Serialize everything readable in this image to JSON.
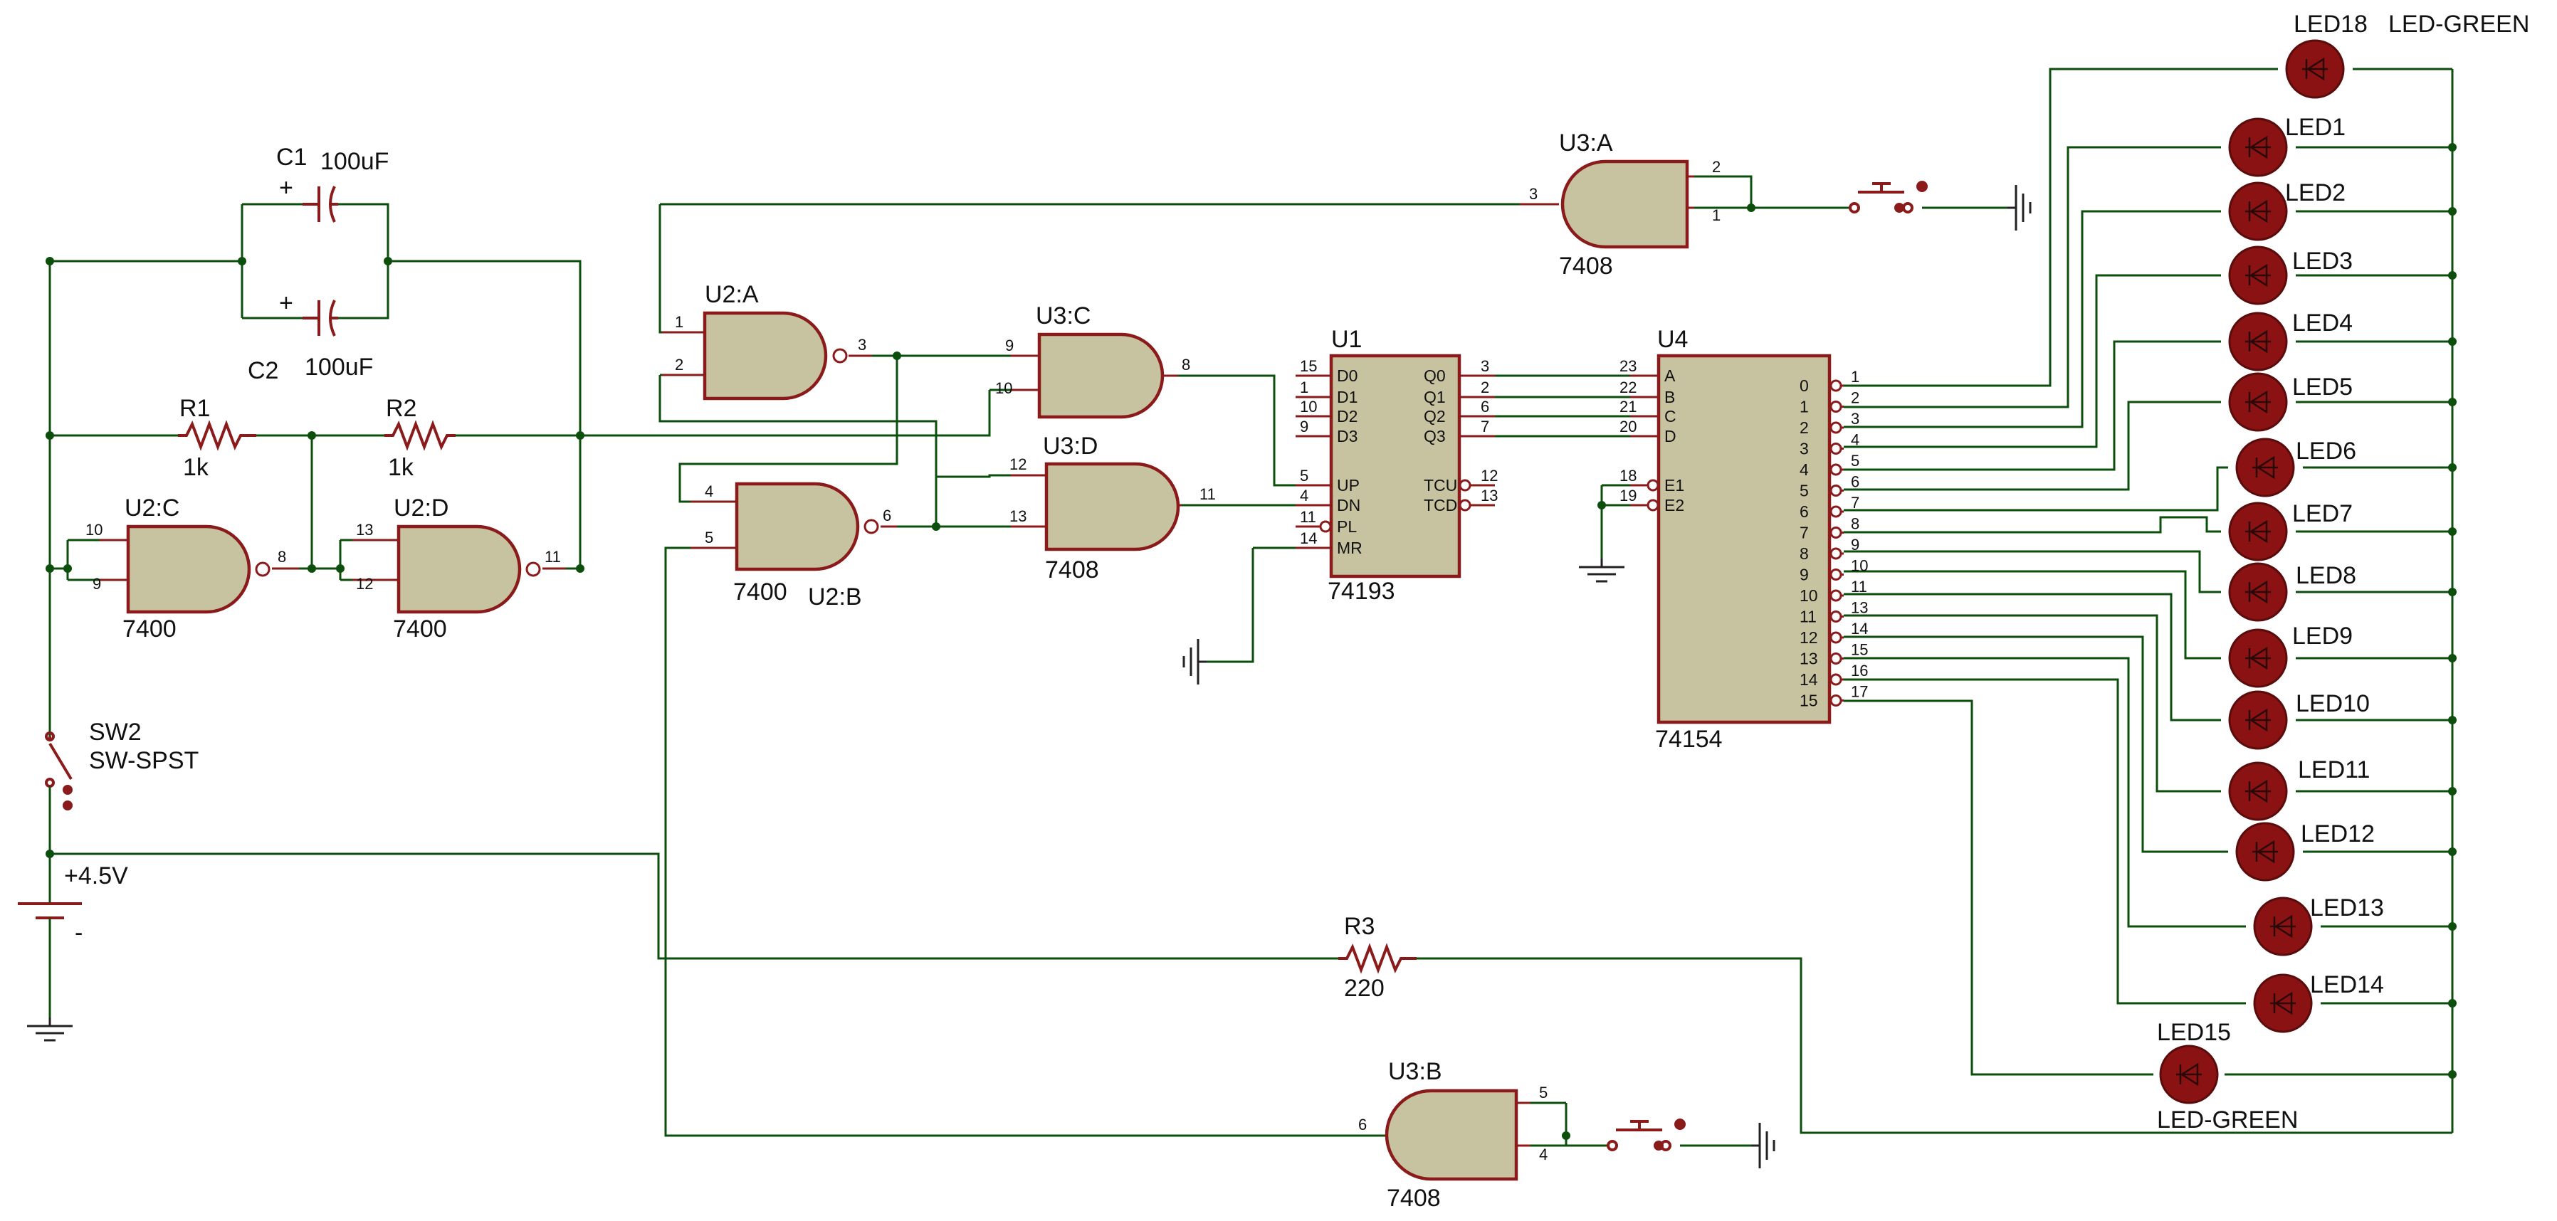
{
  "capacitors": [
    {
      "ref": "C1",
      "value": "100uF"
    },
    {
      "ref": "C2",
      "value": "100uF"
    }
  ],
  "resistors": [
    {
      "ref": "R1",
      "value": "1k"
    },
    {
      "ref": "R2",
      "value": "1k"
    },
    {
      "ref": "R3",
      "value": "220"
    }
  ],
  "gates": {
    "u2a": {
      "ref": "U2:A",
      "pins": [
        "1",
        "2",
        "3"
      ]
    },
    "u2b": {
      "ref": "U2:B",
      "part": "7400",
      "pins": [
        "4",
        "5",
        "6"
      ]
    },
    "u2c": {
      "ref": "U2:C",
      "part": "7400",
      "pins": [
        "10",
        "9",
        "8"
      ]
    },
    "u2d": {
      "ref": "U2:D",
      "part": "7400",
      "pins": [
        "13",
        "12",
        "11"
      ]
    },
    "u3a": {
      "ref": "U3:A",
      "part": "7408",
      "pins": [
        "2",
        "1",
        "3"
      ]
    },
    "u3b": {
      "ref": "U3:B",
      "part": "7408",
      "pins": [
        "5",
        "4",
        "6"
      ]
    },
    "u3c": {
      "ref": "U3:C",
      "pins": [
        "9",
        "10",
        "8"
      ]
    },
    "u3d": {
      "ref": "U3:D",
      "part": "7408",
      "pins": [
        "12",
        "13",
        "11"
      ]
    }
  },
  "u1": {
    "ref": "U1",
    "part": "74193",
    "left_pins": [
      {
        "num": "15",
        "name": "D0"
      },
      {
        "num": "1",
        "name": "D1"
      },
      {
        "num": "10",
        "name": "D2"
      },
      {
        "num": "9",
        "name": "D3"
      },
      {
        "num": "5",
        "name": "UP"
      },
      {
        "num": "4",
        "name": "DN"
      },
      {
        "num": "11",
        "name": "PL"
      },
      {
        "num": "14",
        "name": "MR"
      }
    ],
    "right_pins": [
      {
        "num": "3",
        "name": "Q0"
      },
      {
        "num": "2",
        "name": "Q1"
      },
      {
        "num": "6",
        "name": "Q2"
      },
      {
        "num": "7",
        "name": "Q3"
      },
      {
        "num": "12",
        "name": "TCU"
      },
      {
        "num": "13",
        "name": "TCD"
      }
    ]
  },
  "u4": {
    "ref": "U4",
    "part": "74154",
    "left_pins": [
      {
        "num": "23",
        "name": "A"
      },
      {
        "num": "22",
        "name": "B"
      },
      {
        "num": "21",
        "name": "C"
      },
      {
        "num": "20",
        "name": "D"
      },
      {
        "num": "18",
        "name": "E1"
      },
      {
        "num": "19",
        "name": "E2"
      }
    ],
    "right_pins": [
      {
        "num": "1",
        "name": "0"
      },
      {
        "num": "2",
        "name": "1"
      },
      {
        "num": "3",
        "name": "2"
      },
      {
        "num": "4",
        "name": "3"
      },
      {
        "num": "5",
        "name": "4"
      },
      {
        "num": "6",
        "name": "5"
      },
      {
        "num": "7",
        "name": "6"
      },
      {
        "num": "8",
        "name": "7"
      },
      {
        "num": "9",
        "name": "8"
      },
      {
        "num": "10",
        "name": "9"
      },
      {
        "num": "11",
        "name": "10"
      },
      {
        "num": "13",
        "name": "11"
      },
      {
        "num": "14",
        "name": "12"
      },
      {
        "num": "15",
        "name": "13"
      },
      {
        "num": "16",
        "name": "14"
      },
      {
        "num": "17",
        "name": "15"
      }
    ]
  },
  "switch": {
    "ref": "SW2",
    "type": "SW-SPST"
  },
  "battery": {
    "value": "+4.5V",
    "minus": "-"
  },
  "leds": [
    {
      "ref": "LED18",
      "type": "LED-GREEN"
    },
    {
      "ref": "LED1"
    },
    {
      "ref": "LED2"
    },
    {
      "ref": "LED3"
    },
    {
      "ref": "LED4"
    },
    {
      "ref": "LED5"
    },
    {
      "ref": "LED6"
    },
    {
      "ref": "LED7"
    },
    {
      "ref": "LED8"
    },
    {
      "ref": "LED9"
    },
    {
      "ref": "LED10"
    },
    {
      "ref": "LED11"
    },
    {
      "ref": "LED12"
    },
    {
      "ref": "LED13"
    },
    {
      "ref": "LED14"
    },
    {
      "ref": "LED15",
      "type": "LED-GREEN"
    }
  ],
  "colors": {
    "wire": "#0c4f0c",
    "component": "#8b1a1a",
    "gate_fill": "#c7c3a0",
    "led": "#8b1212"
  }
}
